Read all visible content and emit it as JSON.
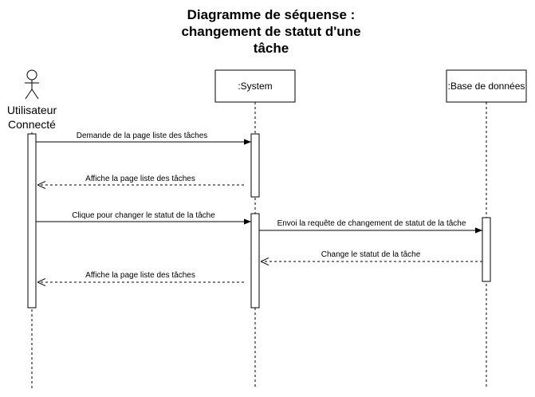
{
  "diagram": {
    "title_lines": [
      "Diagramme de séquense :",
      "changement de statut d'une",
      "tâche"
    ],
    "actor": {
      "label_line1": "Utilisateur",
      "label_line2": "Connecté"
    },
    "participants": {
      "system": ":System",
      "database": ":Base de données"
    },
    "messages": [
      {
        "label": "Demande de la page liste des tâches",
        "kind": "sync"
      },
      {
        "label": "Affiche la page liste des tâches",
        "kind": "return"
      },
      {
        "label": "Clique pour changer le statut de la tâche",
        "kind": "sync"
      },
      {
        "label": "Envoi la requête de changement de statut de la tâche",
        "kind": "sync"
      },
      {
        "label": "Change le statut de la tâche",
        "kind": "return"
      },
      {
        "label": "Affiche la page liste des tâches",
        "kind": "return"
      }
    ]
  }
}
